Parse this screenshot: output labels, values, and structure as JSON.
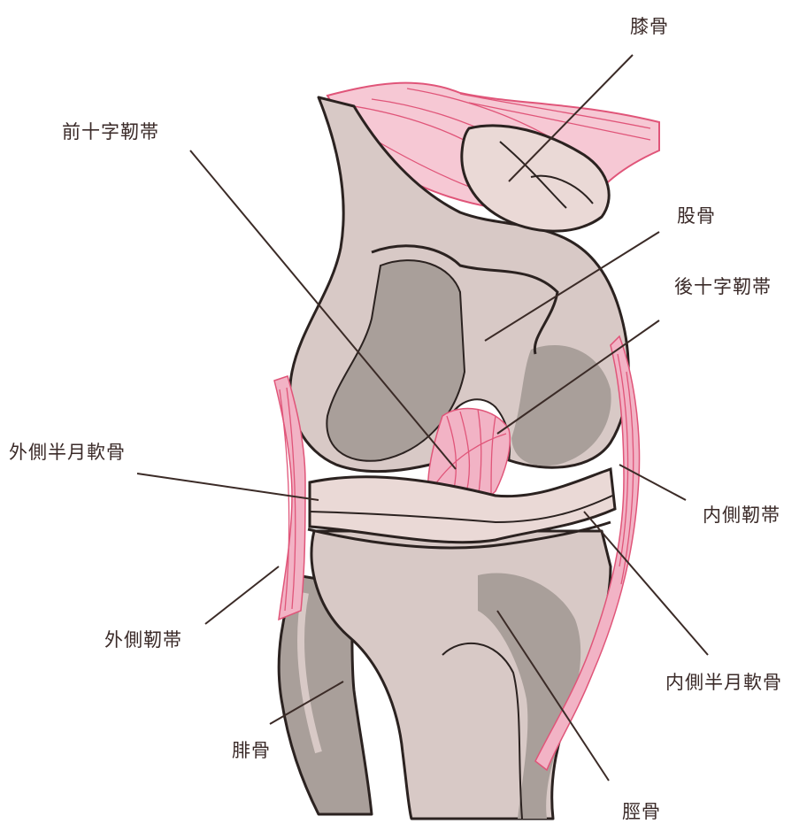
{
  "colors": {
    "bone_light": "#d8c9c6",
    "bone_shadow": "#a99f9a",
    "ligament": "#f2b3c5",
    "ligament_line": "#e05579",
    "outline": "#2b2220",
    "label": "#3a2a28"
  },
  "labels": {
    "patella": "膝骨",
    "acl": "前十字靭帯",
    "femur": "股骨",
    "pcl": "後十字靭帯",
    "lateral_meniscus": "外側半月軟骨",
    "medial_collateral": "内側靭帯",
    "lateral_collateral": "外側靭帯",
    "medial_meniscus": "内側半月軟骨",
    "fibula": "腓骨",
    "tibia": "脛骨"
  }
}
